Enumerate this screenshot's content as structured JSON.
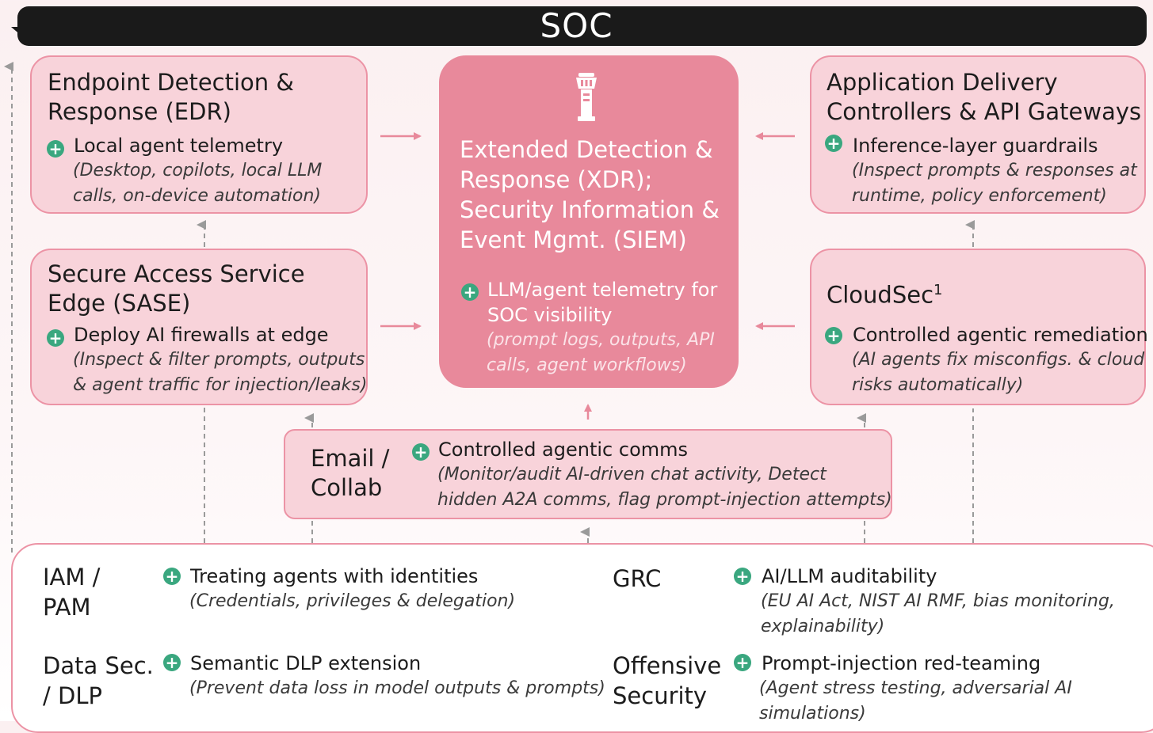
{
  "header": {
    "title": "SOC"
  },
  "xdr": {
    "title": "Extended Detection & Response (XDR); Security Information & Event Mgmt. (SIEM)",
    "title_lines": [
      "Extended Detection &",
      "Response (XDR);",
      "Security Information &",
      "Event Mgmt. (SIEM)"
    ],
    "bullet_lines": [
      "LLM/agent telemetry for",
      "SOC visibility"
    ],
    "note_lines": [
      "(prompt logs, outputs, API",
      "calls, agent workflows)"
    ],
    "icon": "control-tower-icon"
  },
  "edr": {
    "title_lines": [
      "Endpoint Detection &",
      "Response (EDR)"
    ],
    "bullet": "Local agent telemetry",
    "note_lines": [
      "(Desktop, copilots, local LLM",
      "calls, on-device automation)"
    ]
  },
  "sase": {
    "title_lines": [
      "Secure Access Service",
      "Edge (SASE)"
    ],
    "bullet": "Deploy AI firewalls at edge",
    "note_lines": [
      "(Inspect & filter prompts, outputs",
      "& agent traffic for injection/leaks)"
    ]
  },
  "adc": {
    "title_lines": [
      "Application Delivery",
      "Controllers & API Gateways"
    ],
    "bullet": "Inference-layer guardrails",
    "note_lines": [
      "(Inspect prompts & responses at",
      "runtime, policy enforcement)"
    ]
  },
  "cloudsec": {
    "title": "CloudSec",
    "superscript": "1",
    "bullet": "Controlled agentic remediation",
    "note_lines": [
      "(AI agents fix misconfigs. & cloud",
      "risks automatically)"
    ]
  },
  "email": {
    "title_lines": [
      "Email /",
      "Collab"
    ],
    "bullet": "Controlled agentic comms",
    "note_lines": [
      "(Monitor/audit AI-driven chat activity, Detect",
      "hidden A2A comms, flag prompt-injection attempts)"
    ]
  },
  "iam": {
    "title_lines": [
      "IAM /",
      "PAM"
    ],
    "bullet": "Treating agents with identities",
    "note_lines": [
      "(Credentials, privileges & delegation)"
    ]
  },
  "dlp": {
    "title_lines": [
      "Data Sec.",
      "/ DLP"
    ],
    "bullet": "Semantic DLP extension",
    "note_lines": [
      "(Prevent data loss in model outputs & prompts)"
    ]
  },
  "grc": {
    "title_lines": [
      "GRC"
    ],
    "bullet": "AI/LLM auditability",
    "note_lines": [
      "(EU AI Act, NIST AI RMF, bias monitoring,",
      "explainability)"
    ]
  },
  "offsec": {
    "title_lines": [
      "Offensive",
      "Security"
    ],
    "bullet": "Prompt-injection red-teaming",
    "note_lines": [
      "(Agent stress testing, adversarial AI simulations)"
    ]
  },
  "icons": {
    "plus": "+"
  },
  "colors": {
    "box_fill": "#f8d3da",
    "box_border": "#ec93a5",
    "xdr_fill": "#e8899b",
    "arrow": "#e8899b",
    "connector": "#9a9a9a",
    "plus": "#3aa77f",
    "header": "#1a1a1a"
  }
}
